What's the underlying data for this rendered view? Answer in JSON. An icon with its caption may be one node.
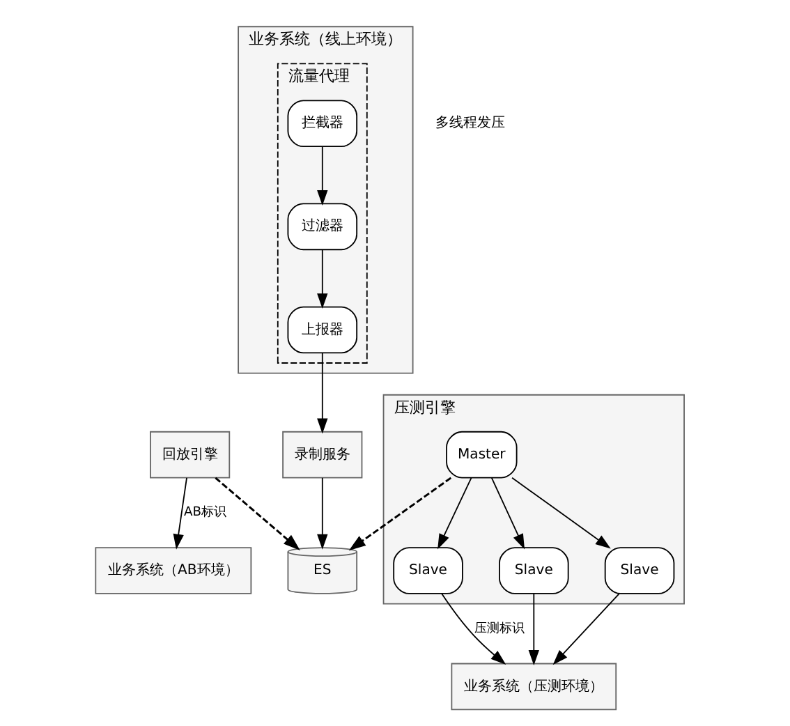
{
  "diagram": {
    "nodes": [
      {
        "text": [
          "业务系统（线上环境）"
        ]
      },
      {
        "text": [
          "流量代理"
        ],
        "in": 0
      },
      {
        "text": [
          "拦截器"
        ],
        "in": 1
      },
      {
        "text": [
          "过滤器"
        ],
        "in": 1
      },
      {
        "text": [
          "上报器"
        ],
        "in": 1
      },
      {
        "text": [
          "业务系统（压测环境）"
        ]
      },
      {
        "text": [
          "业务系统（AB环境）"
        ]
      },
      {
        "text": [
          "录制服务"
        ]
      },
      {
        "text": [
          "回放引擎"
        ]
      },
      {
        "text": [
          "ES"
        ]
      },
      {
        "text": [
          "压测引擎"
        ]
      },
      {
        "text": [
          "Slave"
        ],
        "in": 10
      },
      {
        "text": [
          "Slave"
        ],
        "in": 10
      },
      {
        "text": [
          "Slave"
        ],
        "in": 10
      },
      {
        "text": [
          "Master"
        ],
        "in": 10
      }
    ],
    "edges": [
      {
        "from": 2,
        "to": 3,
        "arrow": "to"
      },
      {
        "from": 3,
        "to": 4,
        "arrow": "to"
      },
      {
        "from": 4,
        "to": 7,
        "arrow": "to"
      },
      {
        "from": 7,
        "to": 9,
        "arrow": "to"
      },
      {
        "from": 8,
        "to": 6,
        "label": "AB标识",
        "arrow": "to"
      },
      {
        "from": 8,
        "to": 9,
        "arrow": "to",
        "style": "dashed"
      },
      {
        "from": 14,
        "to": 11,
        "arrow": "to"
      },
      {
        "from": 14,
        "to": 12,
        "arrow": "to"
      },
      {
        "from": 14,
        "to": 13,
        "arrow": "to"
      },
      {
        "from": 11,
        "to": 5,
        "label": "压测标识",
        "arrow": "to"
      },
      {
        "from": 12,
        "to": 5,
        "arrow": "to"
      },
      {
        "from": 13,
        "to": 5,
        "arrow": "to"
      },
      {
        "from": 14,
        "to": 9,
        "arrow": "to",
        "style": "dashed"
      }
    ],
    "labels": [
      "多线程发压"
    ]
  }
}
